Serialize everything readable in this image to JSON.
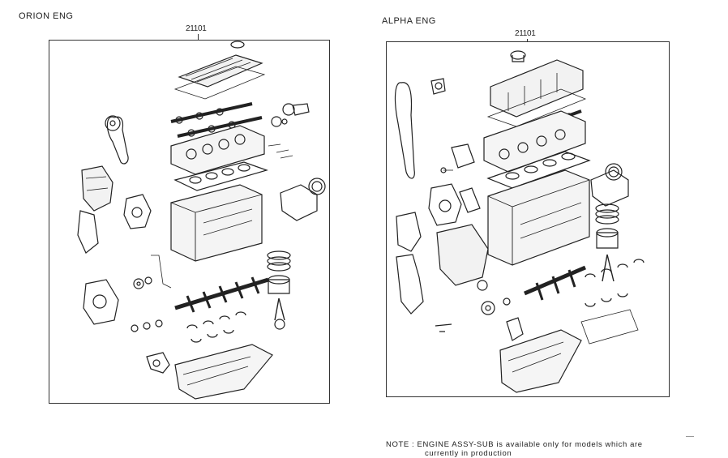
{
  "left_section": {
    "title": "ORION ENG",
    "part_number": "21101"
  },
  "right_section": {
    "title": "ALPHA ENG",
    "part_number": "21101"
  },
  "note": {
    "line1": "NOTE : ENGINE ASSY-SUB is available only for models which are",
    "line2": "currently in production"
  }
}
